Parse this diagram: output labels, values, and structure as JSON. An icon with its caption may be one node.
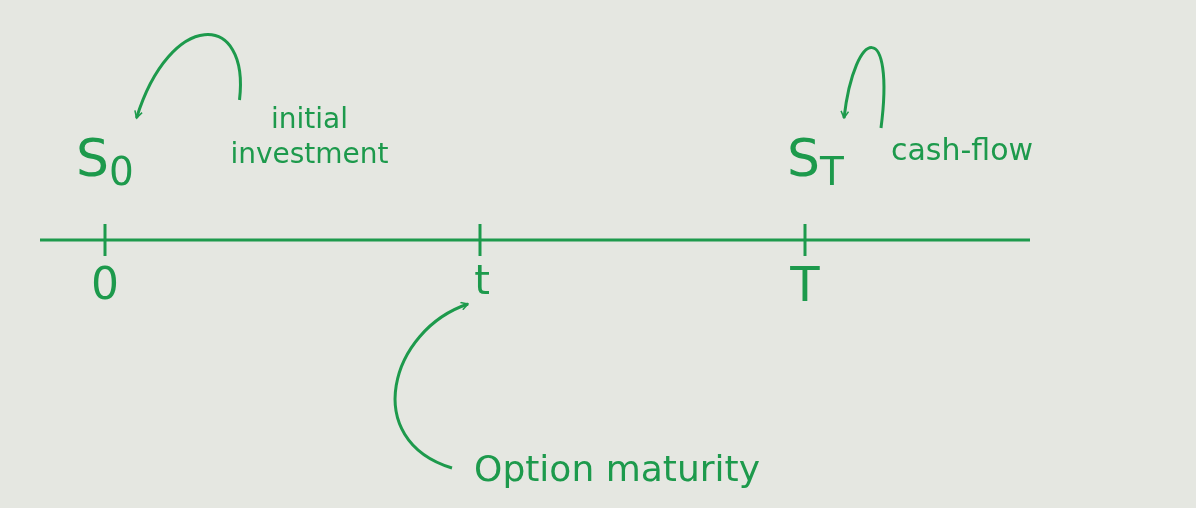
{
  "diagram": {
    "nodes": [
      {
        "text": [
          "S$_{0}$"
        ]
      },
      {
        "text": [
          "initial investment"
        ]
      },
      {
        "text": [
          "S$_{T}$"
        ]
      },
      {
        "text": [
          "cash-flow"
        ]
      },
      {
        "text": [
          "t"
        ]
      },
      {
        "text": [
          "Option maturity"
        ]
      }
    ],
    "edges": [
      {
        "from": 1,
        "to": 0,
        "arrow": "to"
      },
      {
        "from": 3,
        "to": 2,
        "arrow": "to"
      },
      {
        "from": 5,
        "to": 4,
        "arrow": "to"
      }
    ],
    "labels": [
      "0",
      "T"
    ]
  }
}
